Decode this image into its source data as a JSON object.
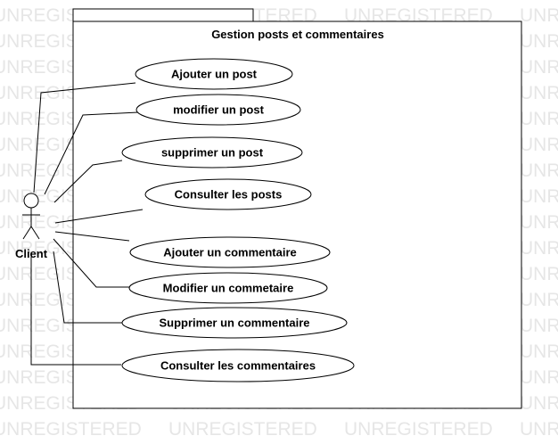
{
  "watermark": "UNREGISTERED",
  "system": {
    "title": "Gestion posts et commentaires"
  },
  "actor": {
    "name": "Client"
  },
  "use_cases": [
    {
      "label": "Ajouter un post"
    },
    {
      "label": "modifier un post"
    },
    {
      "label": "supprimer un post"
    },
    {
      "label": "Consulter les posts"
    },
    {
      "label": "Ajouter un commentaire"
    },
    {
      "label": "Modifier un commetaire"
    },
    {
      "label": "Supprimer un commentaire"
    },
    {
      "label": "Consulter les commentaires"
    }
  ],
  "colors": {
    "line": "#000000",
    "fill": "#ffffff",
    "watermark": "#e6e6e6"
  }
}
